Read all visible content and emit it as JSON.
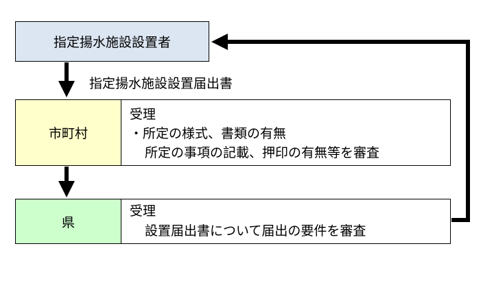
{
  "colors": {
    "top_fill": "#DCE6F2",
    "city_fill": "#FFFFCC",
    "pref_fill": "#CCFFCC",
    "desc_fill": "#FFFFFF",
    "border": "#000000"
  },
  "nodes": {
    "installer": "指定揚水施設設置者",
    "municipality": "市町村",
    "prefecture": "県"
  },
  "edge_label": "指定揚水施設設置届出書",
  "municipality_desc": {
    "heading": "受理",
    "line1": "・所定の様式、書類の有無",
    "line2": "所定の事項の記載、押印の有無等を審査"
  },
  "prefecture_desc": {
    "heading": "受理",
    "line1": "設置届出書について届出の要件を審査"
  }
}
